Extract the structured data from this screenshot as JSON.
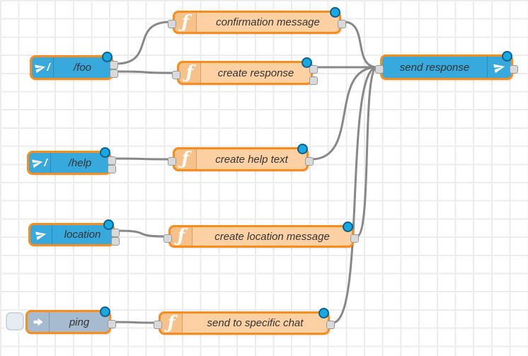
{
  "app": {
    "title": "Node-RED flow editor workspace"
  },
  "icons": {
    "function_glyph": "ƒ",
    "command_slash_glyph": "/"
  },
  "colors": {
    "telegram_node_blue": "#38a9dc",
    "function_node_orange": "#fdd1a3",
    "inject_node_gray": "#a6bbcf",
    "selected_border_orange": "#f78d1c",
    "wire_gray": "#888888",
    "port_fill": "#d9d9d9",
    "port_stroke": "#999999",
    "changed_dot_blue": "#18a9e2",
    "changed_dot_ring": "#0b618c",
    "grid_line": "#ececec",
    "canvas_background": "#ffffff"
  },
  "nodes": {
    "foo": {
      "label": "/foo",
      "icon": "paper-plane-slash-icon",
      "changed": true
    },
    "confirmation_message": {
      "label": "confirmation message",
      "icon": "function-icon",
      "changed": true
    },
    "create_response": {
      "label": "create response",
      "icon": "function-icon",
      "changed": true
    },
    "help": {
      "label": "/help",
      "icon": "paper-plane-slash-icon",
      "changed": true
    },
    "create_help_text": {
      "label": "create help text",
      "icon": "function-icon",
      "changed": true
    },
    "location": {
      "label": "location",
      "icon": "paper-plane-icon",
      "changed": true
    },
    "create_location_message": {
      "label": "create location message",
      "icon": "function-icon",
      "changed": true
    },
    "ping": {
      "label": "ping",
      "icon": "inject-arrow-icon",
      "changed": true
    },
    "send_to_specific_chat": {
      "label": "send to specific chat",
      "icon": "function-icon",
      "changed": true
    },
    "send_response": {
      "label": "send response",
      "icon": "paper-plane-icon",
      "changed": true
    }
  }
}
